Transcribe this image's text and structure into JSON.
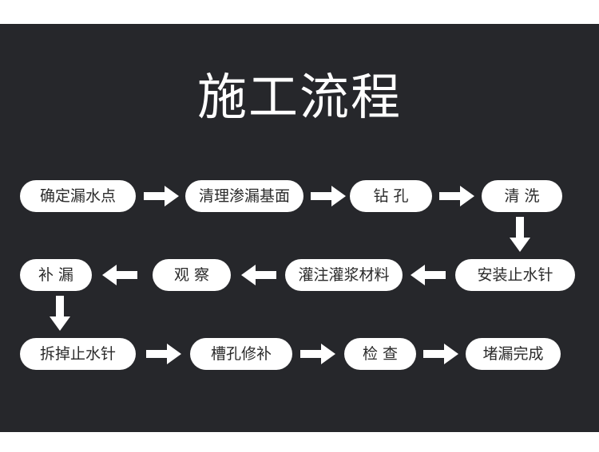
{
  "title": "施工流程",
  "colors": {
    "panel": "#26272b",
    "step_bg": "#ffffff",
    "arrow": "#ffffff",
    "text": "#2a2a2a"
  },
  "steps": [
    "确定漏水点",
    "清理渗漏基面",
    "钻 孔",
    "清 洗",
    "安装止水针",
    "灌注灌浆材料",
    "观 察",
    "补 漏",
    "拆掉止水针",
    "槽孔修补",
    "检 查",
    "堵漏完成"
  ],
  "arrows": [
    "arrow-right",
    "arrow-right",
    "arrow-right",
    "arrow-down",
    "arrow-left",
    "arrow-left",
    "arrow-left",
    "arrow-down",
    "arrow-right",
    "arrow-right",
    "arrow-right"
  ]
}
